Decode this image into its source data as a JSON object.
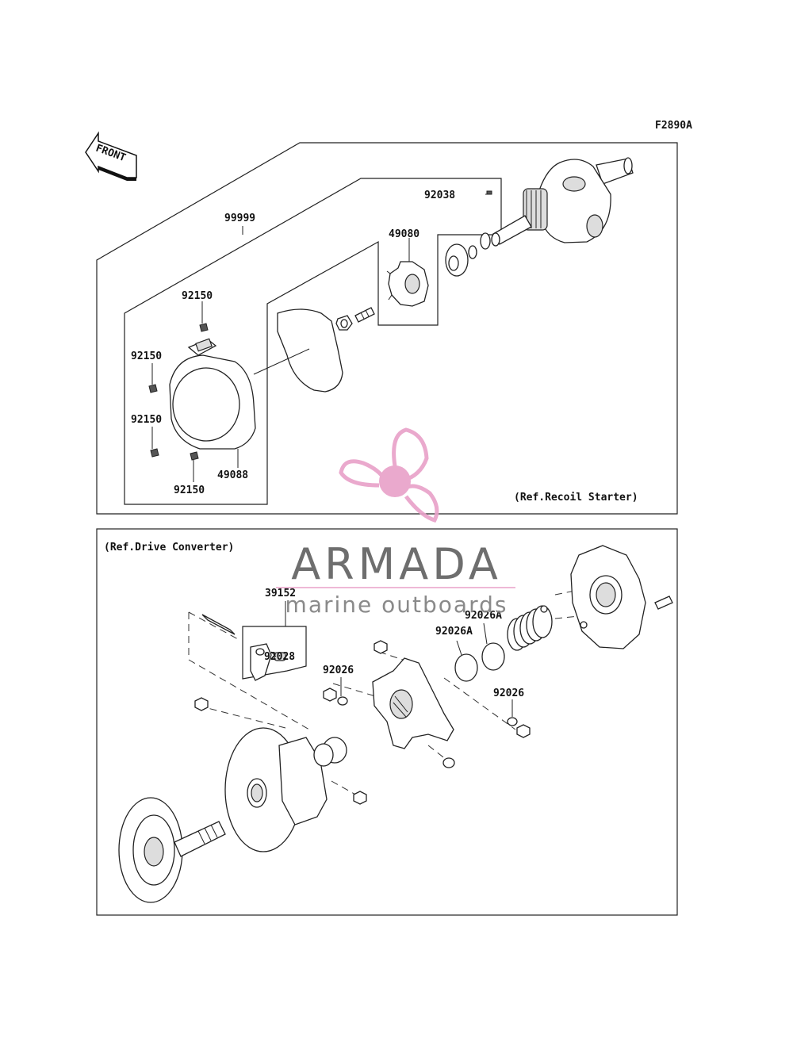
{
  "figure_code": "F2890A",
  "front_arrow": {
    "text": "FRONT",
    "icon": "front-arrow-icon"
  },
  "sections": {
    "recoil": {
      "ref_label": "(Ref.Recoil Starter)"
    },
    "drive": {
      "ref_label": "(Ref.Drive Converter)"
    }
  },
  "callouts": {
    "c99999": "99999",
    "c92038": "92038",
    "c49080": "49080",
    "c92150_top": "92150",
    "c92150_left": "92150",
    "c92150_low": "92150",
    "c92150_bottom": "92150",
    "c49088": "49088",
    "c39152": "39152",
    "c92028": "92028",
    "c92026A_top": "92026A",
    "c92026A_mid": "92026A",
    "c92026_left": "92026",
    "c92026_right": "92026"
  },
  "watermark": {
    "brand": "ARMADA",
    "tagline": "marine outboards",
    "logo_icon": "propeller-logo-icon",
    "colors": {
      "logo": "#e8a0c8",
      "logo_hub": "#e8a0c8",
      "text": "#6e6e6e",
      "line": "#e8a0c8"
    }
  }
}
